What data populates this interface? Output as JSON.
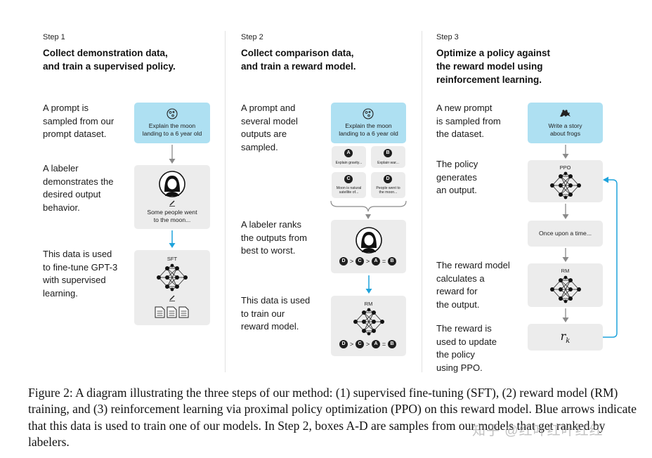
{
  "steps": [
    {
      "label": "Step 1",
      "title_lines": [
        "Collect demonstration data,",
        "and train a supervised policy."
      ],
      "descriptions": [
        [
          "A prompt is",
          "sampled from our",
          "prompt dataset."
        ],
        [
          "A labeler",
          "demonstrates the",
          "desired output",
          "behavior."
        ],
        [
          "This data is used",
          "to fine-tune GPT-3",
          "with supervised",
          "learning."
        ]
      ],
      "prompt_lines": [
        "Explain the moon",
        "landing to a 6 year old"
      ],
      "demo_lines": [
        "Some people went",
        "to the moon..."
      ],
      "model_label": "SFT"
    },
    {
      "label": "Step 2",
      "title_lines": [
        "Collect comparison data,",
        "and train a reward model."
      ],
      "descriptions": [
        [
          "A prompt and",
          "several model",
          "outputs are",
          "sampled."
        ],
        [
          "A labeler ranks",
          "the outputs from",
          "best to worst."
        ],
        [
          "This data is used",
          "to train our",
          "reward model."
        ]
      ],
      "prompt_lines": [
        "Explain the moon",
        "landing to a 6 year old"
      ],
      "outputs": [
        {
          "letter": "A",
          "lines": [
            "Explain gravity..."
          ]
        },
        {
          "letter": "B",
          "lines": [
            "Explain war..."
          ]
        },
        {
          "letter": "C",
          "lines": [
            "Moon is natural",
            "satellite of..."
          ]
        },
        {
          "letter": "D",
          "lines": [
            "People went to",
            "the moon..."
          ]
        }
      ],
      "ranking": [
        "D",
        ">",
        "C",
        ">",
        "A",
        "=",
        "B"
      ],
      "model_label": "RM"
    },
    {
      "label": "Step 3",
      "title_lines": [
        "Optimize a policy against",
        "the reward model using",
        "reinforcement learning."
      ],
      "descriptions": [
        [
          "A new prompt",
          "is sampled from",
          "the dataset."
        ],
        [
          "The policy",
          "generates",
          "an output."
        ],
        [
          "The reward model",
          "calculates a",
          "reward for",
          "the output."
        ],
        [
          "The reward is",
          "used to update",
          "the policy",
          "using PPO."
        ]
      ],
      "prompt_lines": [
        "Write a story",
        "about frogs"
      ],
      "policy_label": "PPO",
      "output_text": "Once upon a time...",
      "model_label": "RM",
      "reward_symbol": "r",
      "reward_subscript": "k"
    }
  ],
  "caption": "Figure 2: A diagram illustrating the three steps of our method: (1) supervised fine-tuning (SFT), (2) reward model (RM) training, and (3) reinforcement learning via proximal policy optimization (PPO) on this reward model. Blue arrows indicate that this data is used to train one of our models. In Step 2, boxes A-D are samples from our models that get ranked by labelers.",
  "watermark": "知乎 @红叶红叶红红",
  "colors": {
    "prompt_box": "#aee0f2",
    "gray_box": "#ececec",
    "blue_arrow": "#1ea3dc",
    "gray_arrow": "#8a8a8a"
  }
}
